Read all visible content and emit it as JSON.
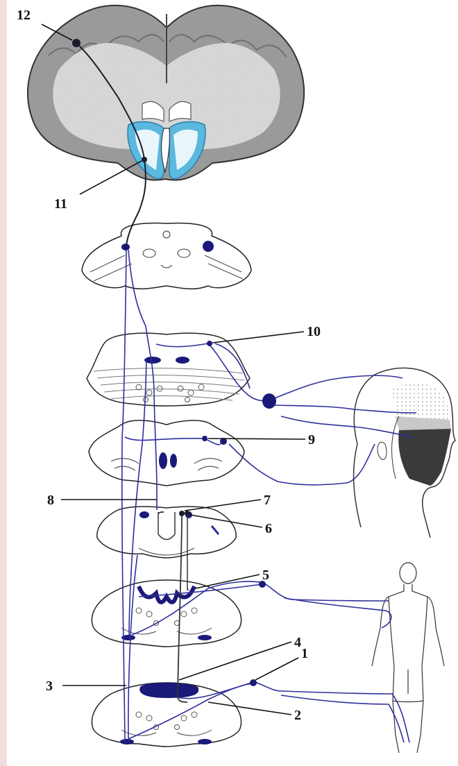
{
  "colors": {
    "side_strip": "#f2dede",
    "pathway": "#2e2e9c",
    "nucleus": "#1a1a7a",
    "thalamus": "#5bb8de",
    "thalamus_light": "#e8f6fc",
    "cortex_gray": "#9a9a9a",
    "white_matter": "#d8d8d8",
    "outline": "#333333",
    "label_line": "#111111"
  },
  "labels": {
    "l1": "1",
    "l2": "2",
    "l3": "3",
    "l4": "4",
    "l5": "5",
    "l6": "6",
    "l7": "7",
    "l8": "8",
    "l9": "9",
    "l10": "10",
    "l11": "11",
    "l12": "12"
  },
  "icons": {
    "brain": "brain-coronal-section",
    "head": "human-head-dermatomes",
    "body": "human-figure-outline"
  }
}
